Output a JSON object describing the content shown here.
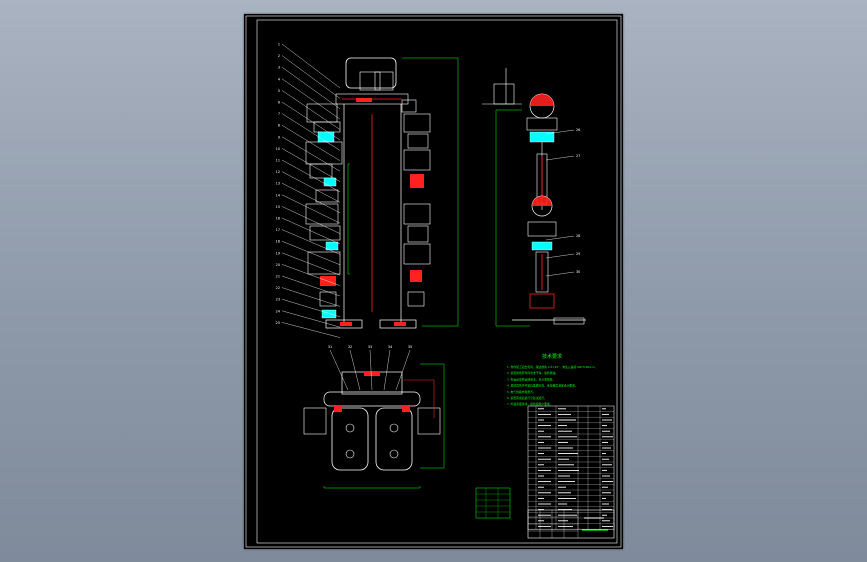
{
  "drawing": {
    "notes_title": "技术要求",
    "notes_lines": [
      "1. 零件加工后去毛刺，锐边倒角 0.5×45°，未注公差按 GB/T1804-m。",
      "2. 装配前所有零件清洗干净，涂防锈油。",
      "3. 各运动部件运转灵活，无卡滞现象。",
      "4. 调试后各关节定位准确可靠，重复精度满足设计要求。",
      "5. 电气线路布置整齐。",
      "6. 装配完成后进行空载试运行。",
      "7. 外露表面涂漆，颜色按用户要求。"
    ],
    "balloons_left": [
      "1",
      "2",
      "3",
      "4",
      "5",
      "6",
      "7",
      "8",
      "9",
      "10",
      "11",
      "12",
      "13",
      "14",
      "15",
      "16",
      "17",
      "18",
      "19",
      "20",
      "21",
      "22",
      "23",
      "24",
      "25"
    ],
    "balloons_right": [
      "26",
      "27",
      "28",
      "29",
      "30"
    ],
    "balloons_bottom": [
      "31",
      "32",
      "33",
      "34",
      "35"
    ],
    "colors": {
      "paper": "#000000",
      "border": "#ffffff",
      "outline": "#ffffff",
      "dimension": "#00ff00",
      "center": "#ff2020",
      "accent": "#00ffff",
      "title_block": "#ffffff"
    }
  }
}
